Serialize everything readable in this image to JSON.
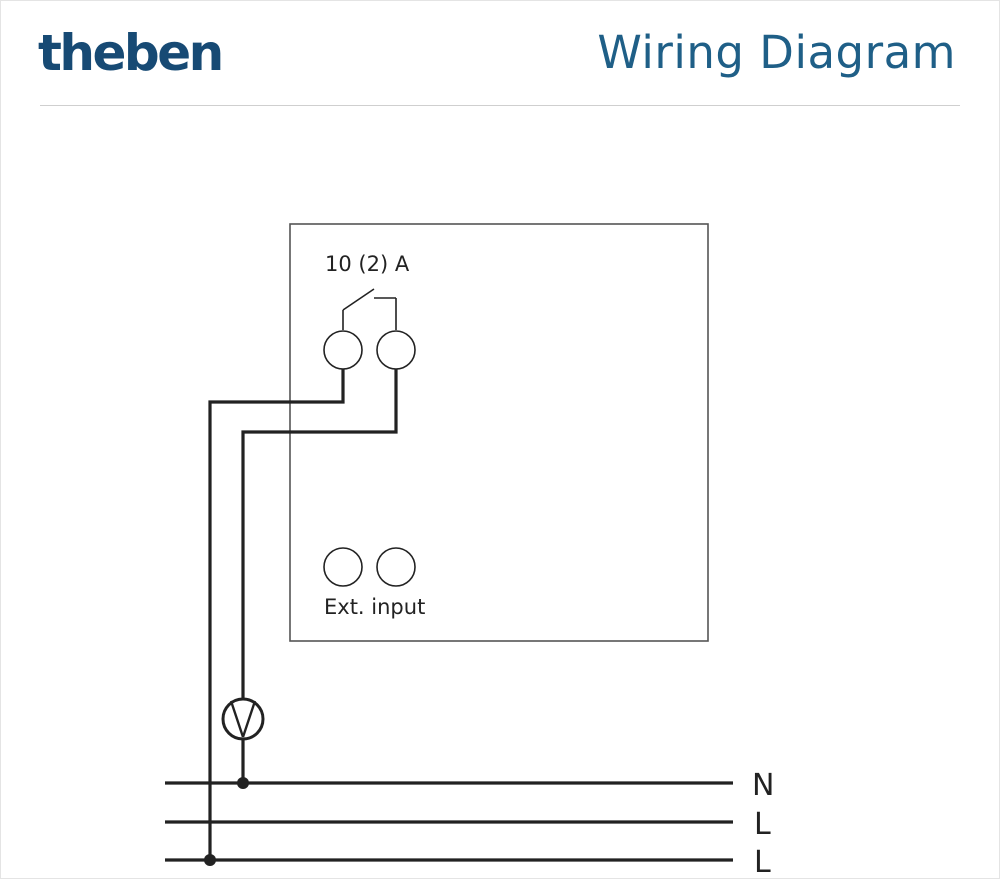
{
  "header": {
    "logo_text": "theben",
    "title": "Wiring Diagram"
  },
  "diagram": {
    "relay_rating": "10 (2) A",
    "ext_input_label": "Ext. input",
    "lines": {
      "neutral": "N",
      "line_1": "L",
      "line_2": "L"
    }
  },
  "colors": {
    "brand": "#174a74",
    "title": "#1f5f87",
    "wire": "#222222"
  }
}
